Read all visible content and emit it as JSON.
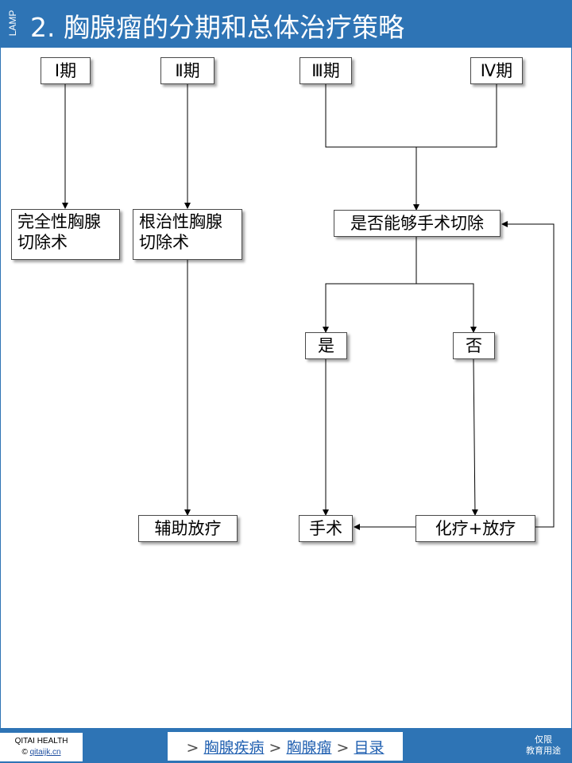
{
  "header": {
    "side_label": "LAMP",
    "title": "2. 胸腺瘤的分期和总体治疗策略"
  },
  "diagram": {
    "stage1": "Ⅰ期",
    "stage2": "Ⅱ期",
    "stage3": "Ⅲ期",
    "stage4": "Ⅳ期",
    "complete_resection_line1": "完全性胸腺",
    "complete_resection_line2": "切除术",
    "radical_resection_line1": "根治性胸腺",
    "radical_resection_line2": "切除术",
    "resectable_question": "是否能够手术切除",
    "yes": "是",
    "no": "否",
    "adjuvant": "辅助放疗",
    "surgery": "手术",
    "chemo_radio": "化疗+放疗"
  },
  "footer": {
    "brand_name": "QITAI HEALTH",
    "copyright": "©",
    "brand_link": "qitaijk.cn",
    "sep": ">",
    "crumb1": "胸腺疾病",
    "crumb2": "胸腺瘤",
    "crumb3": "目录",
    "edu_line1": "仅限",
    "edu_line2": "教育用途"
  },
  "colors": {
    "brand_blue": "#2e74b5",
    "link_blue": "#1f5fb0"
  }
}
